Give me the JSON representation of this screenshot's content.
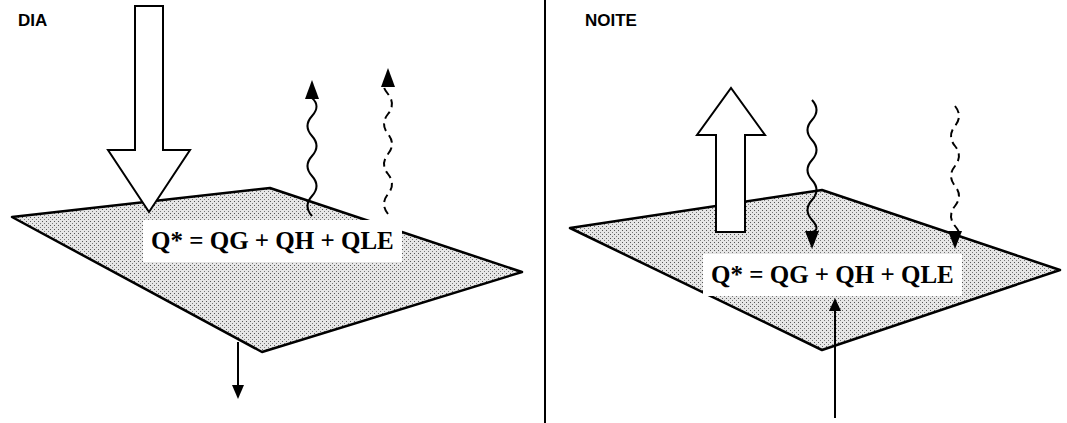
{
  "diagram": {
    "nodes": [
      {
        "text": [
          "Q* = QG + QH + QLE"
        ]
      },
      {
        "text": [
          "Q* = QG + QH + QLE"
        ]
      }
    ],
    "labels": [
      "DIA",
      "NOITE"
    ]
  }
}
